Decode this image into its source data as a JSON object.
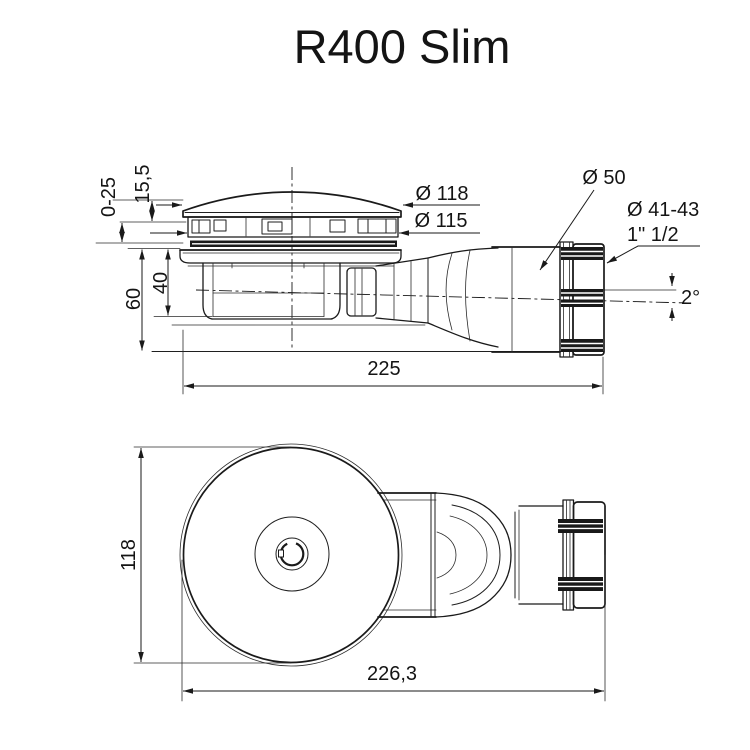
{
  "title": "R400 Slim",
  "colors": {
    "line": "#1a1a1a",
    "background": "#ffffff"
  },
  "side_view": {
    "dimensions": {
      "cap_height": "15,5",
      "mounting_range": "0-25",
      "total_height": "60",
      "inner_height": "40",
      "cap_diameter": "Ø 118",
      "ring_diameter": "Ø 115",
      "trap_diameter": "Ø 50",
      "outlet_diameter": "Ø 41-43",
      "outlet_thread": "1\" 1/2",
      "outlet_slope": "2°",
      "total_length": "225"
    }
  },
  "plan_view": {
    "dimensions": {
      "body_width": "118",
      "total_length": "226,3"
    }
  }
}
